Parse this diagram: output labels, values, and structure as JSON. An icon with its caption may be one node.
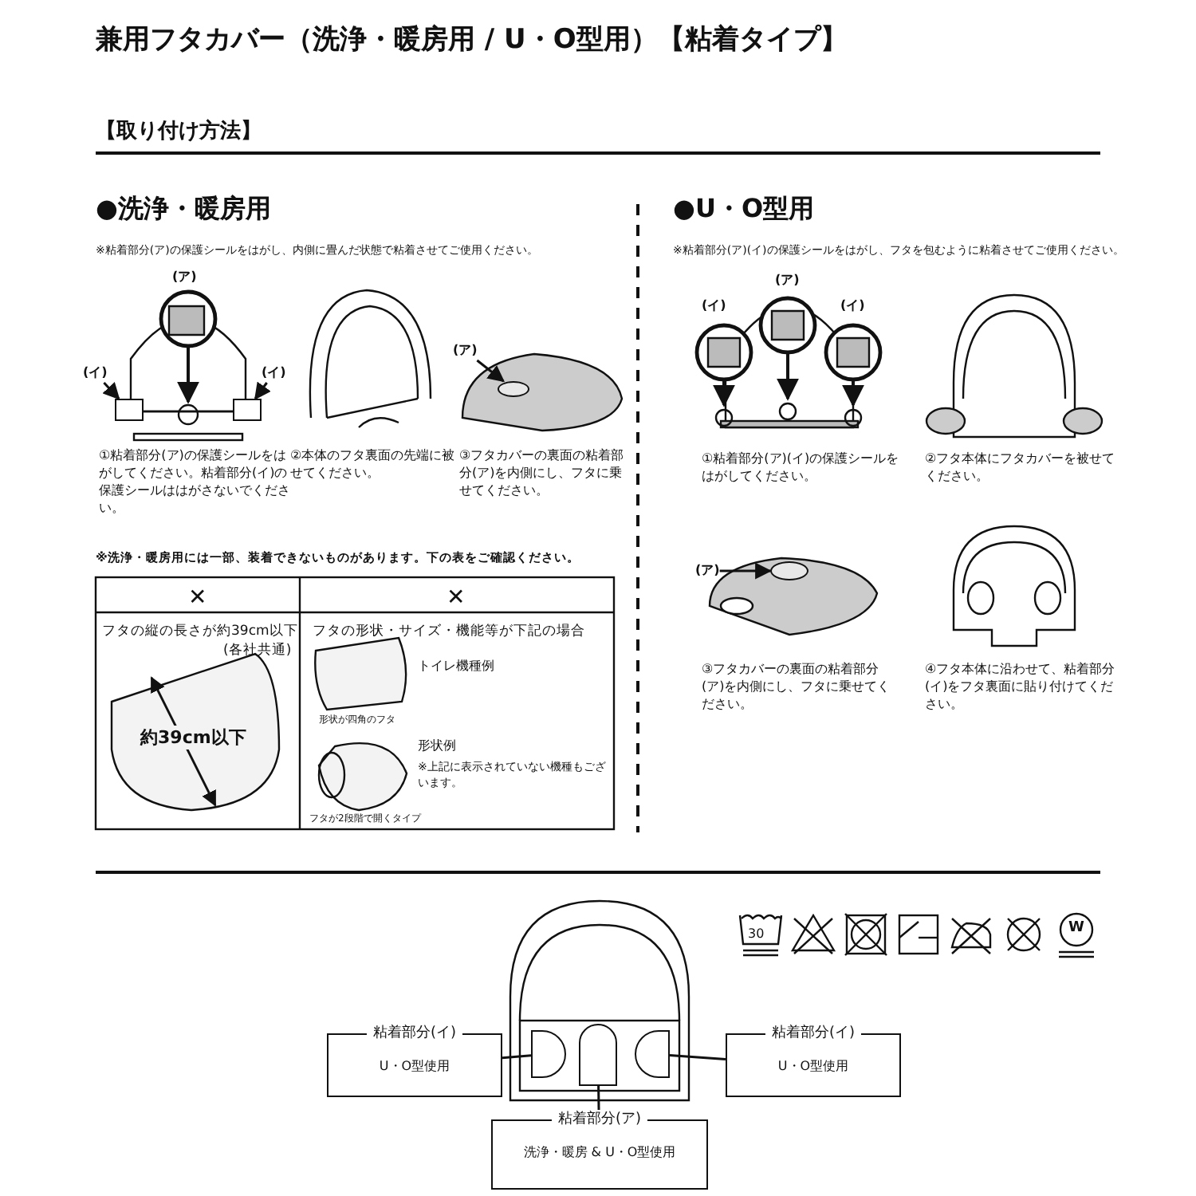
{
  "diagram": {
    "title": "兼用フタカバー（洗浄・暖房用 / U・O型用）【粘着タイプ】",
    "nodes": [
      {
        "text": [
          "(イ)"
        ]
      },
      {
        "text": [
          "(イ)"
        ]
      },
      {
        "text": [
          "(ア)"
        ]
      },
      {
        "text": [
          "(ア)"
        ]
      },
      {
        "text": [
          "粘着部分(イ)",
          "U・O型使用"
        ]
      },
      {
        "text": [
          "粘着部分(イ)",
          "U・O型使用"
        ]
      },
      {
        "text": [
          "粘着部分(ア)",
          "洗浄・暖房 & U・O型使用"
        ]
      },
      {
        "text": [],
        "shape": "box"
      },
      {
        "text": [],
        "shape": "box"
      },
      {
        "text": [],
        "shape": "box"
      },
      {
        "text": [],
        "shape": "box"
      },
      {
        "text": [],
        "shape": "box"
      },
      {
        "text": [],
        "shape": "circle"
      },
      {
        "text": [],
        "shape": "circle"
      }
    ],
    "edges": [
      {
        "from": 0,
        "to": 10,
        "arrow": "to"
      },
      {
        "from": 1,
        "to": 11,
        "arrow": "to"
      },
      {
        "from": 2,
        "to": 12,
        "arrow": "to"
      },
      {
        "from": 3,
        "to": 13,
        "arrow": "to"
      },
      {
        "from": 4,
        "to": 7,
        "arrow": "none"
      },
      {
        "from": 5,
        "to": 9,
        "arrow": "none"
      },
      {
        "from": 6,
        "to": 8,
        "arrow": "none"
      }
    ],
    "labels": [
      "【取り付け方法】",
      "●洗浄・暖房用",
      "※粘着部分(ア)の保護シールをはがし、内側に畳んだ状態で粘着させてご使用ください。",
      "(ア)",
      "①粘着部分(ア)の保護シールをはがしてください。粘着部分(イ)の保護シールははがさないでください。",
      "②本体のフタ裏面の先端に被せてください。",
      "③フタカバーの裏面の粘着部分(ア)を内側にし、フタに乗せてください。",
      "※洗浄・暖房用には一部、装着できないものがあります。下の表をご確認ください。",
      "✕",
      "✕",
      "フタの縦の長さが約39cm以下",
      "(各社共通)",
      "約**39**cm以下",
      "フタの形状・サイズ・機能等が下記の場合",
      "トイレ機種例",
      "形状が四角のフタ",
      "形状例",
      "※上記に表示されていない機種もございます。",
      "フタが2段階で開くタイプ",
      "●U・O型用",
      "※粘着部分(ア)(イ)の保護シールをはがし、フタを包むように粘着させてご使用ください。",
      "(イ)",
      "(ア)",
      "(イ)",
      "①粘着部分(ア)(イ)の保護シールをはがしてください。",
      "②フタ本体にフタカバーを被せてください。",
      "③フタカバーの裏面の粘着部分(ア)を内側にし、フタに乗せてください。",
      "④フタ本体に沿わせて、粘着部分(イ)をフタ裏面に貼り付けてください。",
      "30",
      "W"
    ]
  }
}
